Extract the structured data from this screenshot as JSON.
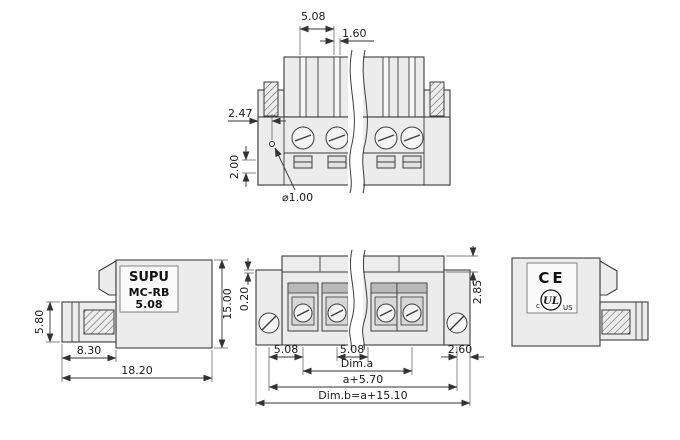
{
  "meta": {
    "title": "Pluggable terminal block technical drawing"
  },
  "top_view": {
    "dim_pitch": "5.08",
    "dim_slot_width": "1.60",
    "dim_hole_offset": "2.47",
    "dim_hole_height": "2.00",
    "dim_hole_dia": "⌀1.00"
  },
  "left_view": {
    "brand": "SUPU",
    "series": "MC-RB",
    "pitch": "5.08",
    "dim_wire_height": "5.80",
    "dim_front_depth": "8.30",
    "dim_total_depth": "18.20",
    "dim_height": "15.00"
  },
  "front_view": {
    "dim_step": "0.20",
    "dim_collar": "2.85",
    "dim_end_pitch": "5.08",
    "dim_pole_pitch": "5.08",
    "dim_end_margin": "2.60",
    "dim_a": "Dim.a",
    "dim_a_formula": "a+5.70",
    "dim_b_formula": "Dim.b=a+15.10"
  },
  "right_view": {
    "ce_mark": "CE",
    "ul_c": "c",
    "ul_mark": "UL",
    "ul_us": "US"
  }
}
